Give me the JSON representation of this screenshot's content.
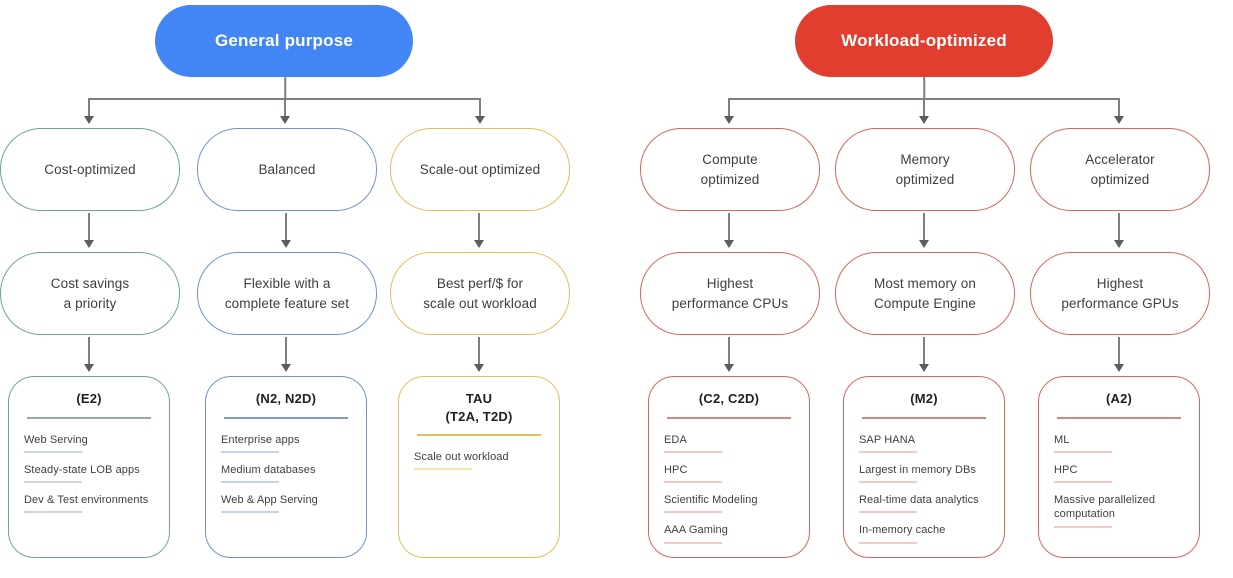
{
  "colors": {
    "general_purpose_fill": "#4285F4",
    "workload_optimized_fill": "#E23E30",
    "green_border": "#6FA981",
    "blue_border": "#7094C8",
    "yellow_border": "#E2BE5C",
    "red_border": "#D4675D",
    "connector": "#7C8084"
  },
  "trees": [
    {
      "id": "general-purpose",
      "root": {
        "label": "General purpose",
        "fill": "#4285F4"
      },
      "columns": [
        {
          "theme": "green",
          "level1": "Cost-optimized",
          "level2": "Cost savings\na priority",
          "card": {
            "title": "(E2)",
            "items": [
              "Web Serving",
              "Steady-state LOB apps",
              "Dev & Test environments"
            ]
          }
        },
        {
          "theme": "blue",
          "level1": "Balanced",
          "level2": "Flexible with a\ncomplete feature set",
          "card": {
            "title": "(N2, N2D)",
            "items": [
              "Enterprise apps",
              "Medium databases",
              "Web & App Serving"
            ]
          }
        },
        {
          "theme": "yellow",
          "level1": "Scale-out optimized",
          "level2": "Best perf/$ for\nscale out workload",
          "card": {
            "title": "TAU\n(T2A, T2D)",
            "items": [
              "Scale out workload"
            ]
          }
        }
      ]
    },
    {
      "id": "workload-optimized",
      "root": {
        "label": "Workload-optimized",
        "fill": "#E23E30"
      },
      "columns": [
        {
          "theme": "red",
          "level1": "Compute\noptimized",
          "level2": "Highest\nperformance CPUs",
          "card": {
            "title": "(C2, C2D)",
            "items": [
              "EDA",
              "HPC",
              "Scientific Modeling",
              "AAA Gaming"
            ]
          }
        },
        {
          "theme": "red",
          "level1": "Memory\noptimized",
          "level2": "Most memory on\nCompute Engine",
          "card": {
            "title": "(M2)",
            "items": [
              "SAP HANA",
              "Largest in memory DBs",
              "Real-time data analytics",
              "In-memory cache"
            ]
          }
        },
        {
          "theme": "red",
          "level1": "Accelerator\noptimized",
          "level2": "Highest\nperformance GPUs",
          "card": {
            "title": "(A2)",
            "items": [
              "ML",
              "HPC",
              "Massive parallelized computation"
            ]
          }
        }
      ]
    }
  ]
}
